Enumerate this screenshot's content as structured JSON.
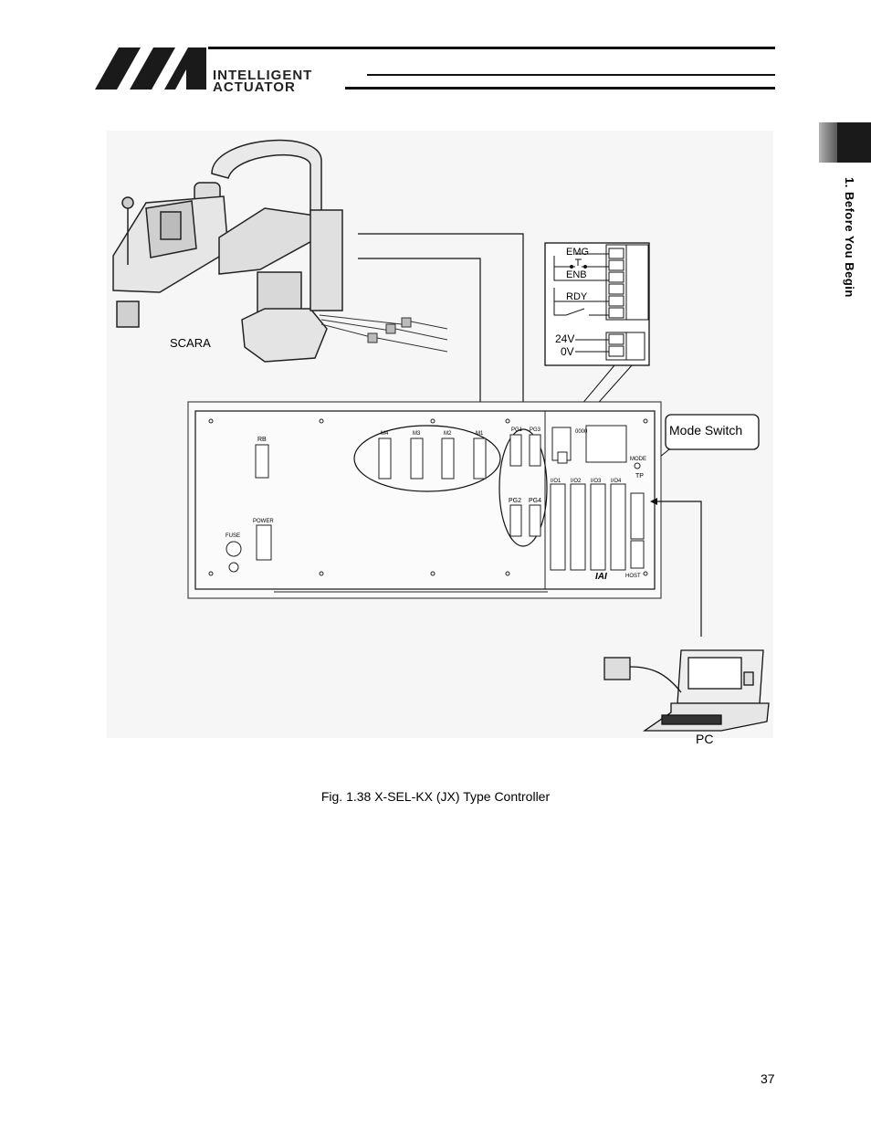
{
  "header": {
    "logo_mark": "IAI",
    "logo_line1": "INTELLIGENT",
    "logo_line2": "ACTUATOR"
  },
  "side_tab": {
    "chapter_title": "1. Before You Begin"
  },
  "figure": {
    "labels": {
      "scara": "SCARA",
      "pc": "PC",
      "mode_switch": "Mode Switch",
      "emg": "EMG",
      "enb": "ENB",
      "rdy": "RDY",
      "v24": "24V",
      "v0": "0V",
      "rb": "RB",
      "power": "POWER",
      "fuse": "FUSE",
      "m4": "M4",
      "m3": "M3",
      "m2": "M2",
      "m1": "M1",
      "pg1": "PG1",
      "pg3": "PG3",
      "pg2": "PG2",
      "pg4": "PG4",
      "io1": "I/O1",
      "io2": "I/O2",
      "io3": "I/O3",
      "io4": "I/O4",
      "mode": "MODE",
      "tp": "TP",
      "host": "HOST",
      "brand": "IAI",
      "display_code": "0000"
    }
  },
  "caption": "Fig. 1.38 X-SEL-KX (JX) Type Controller",
  "page_number": "37"
}
